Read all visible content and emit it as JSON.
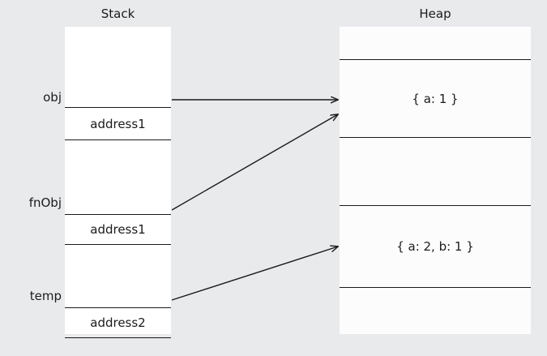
{
  "diagram": {
    "title_stack": "Stack",
    "title_heap": "Heap",
    "background_color": "#e9eaec",
    "stack_fill": "#ffffff",
    "heap_fill": "#fcfcfc",
    "line_color": "#1a1a1a"
  },
  "stack": {
    "slots": [
      {
        "label": "obj",
        "value": "address1"
      },
      {
        "label": "fnObj",
        "value": "address1"
      },
      {
        "label": "temp",
        "value": "address2"
      }
    ]
  },
  "heap": {
    "slots": [
      {
        "value": "{ a: 1 }"
      },
      {
        "value": "{ a: 2, b: 1 }"
      }
    ]
  },
  "arrows": [
    {
      "name": "obj-to-heap-object-1",
      "from": "obj",
      "to": "heap-slot-0"
    },
    {
      "name": "fnobj-to-heap-object-1",
      "from": "fnObj",
      "to": "heap-slot-0"
    },
    {
      "name": "temp-to-heap-object-2",
      "from": "temp",
      "to": "heap-slot-1"
    }
  ]
}
